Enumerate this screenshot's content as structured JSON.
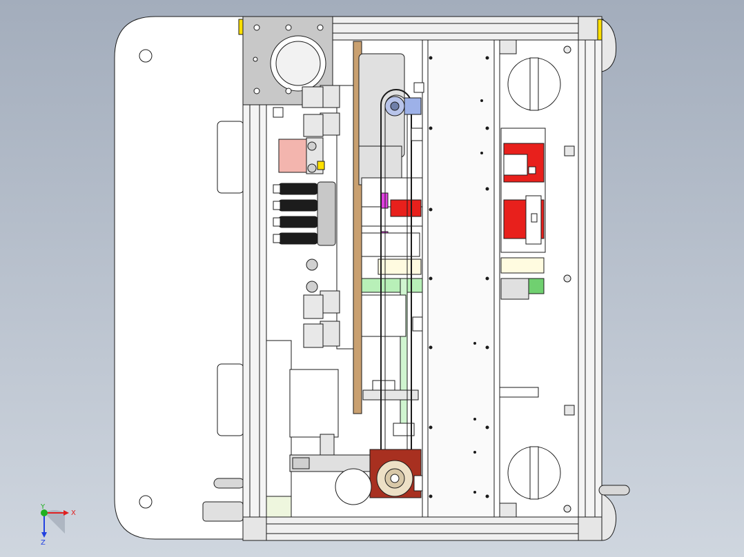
{
  "viewport": {
    "background_top": "#a3adbc",
    "background_bottom": "#cfd6df"
  },
  "model": {
    "line_color": "#1a1a1a",
    "panel_color": "#ffffff",
    "plate_color": "#c8c8c8",
    "cylinder_color": "#e0e0e0",
    "accent_red": "#e8201c",
    "accent_salmon": "#f3b5ae",
    "accent_yellow": "#ffe000",
    "accent_green": "#90e090",
    "accent_magenta": "#e040e0",
    "accent_blue": "#9db1e8",
    "accent_brown": "#c9a070"
  },
  "triad": {
    "x_label": "X",
    "y_label": "Y",
    "z_label": "Z",
    "x_color": "#e02020",
    "y_color": "#20b020",
    "z_color": "#2040e0"
  }
}
